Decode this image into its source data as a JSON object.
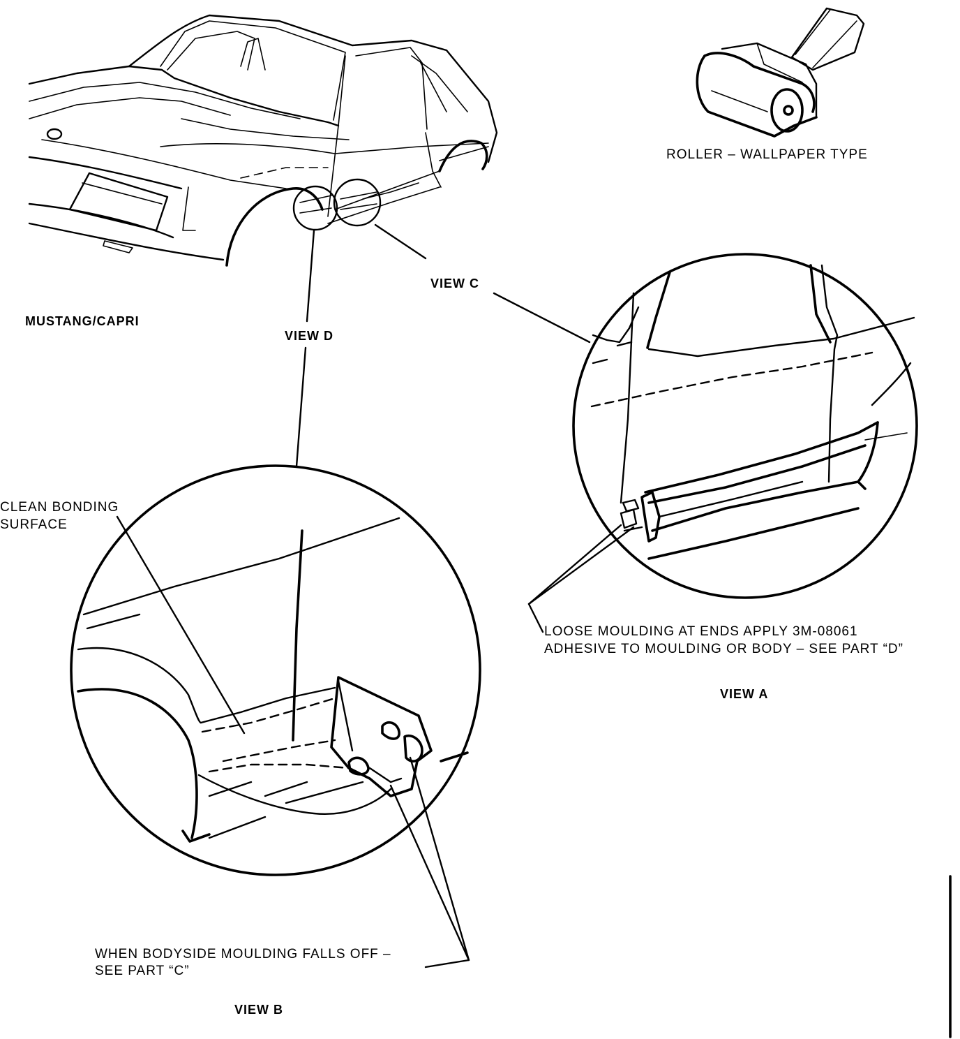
{
  "labels": {
    "roller": "ROLLER – WALLPAPER TYPE",
    "mustang": "MUSTANG/CAPRI",
    "view_c": "VIEW C",
    "view_d": "VIEW D",
    "clean_bonding_1": "CLEAN BONDING",
    "clean_bonding_2": "SURFACE",
    "loose_moulding_1": "LOOSE MOULDING AT ENDS APPLY 3M-08061",
    "loose_moulding_2": "ADHESIVE TO MOULDING OR BODY – SEE PART “D”",
    "view_a": "VIEW A",
    "falls_off_1": "WHEN BODYSIDE MOULDING FALLS OFF –",
    "falls_off_2": "SEE PART “C”",
    "view_b": "VIEW B"
  },
  "icons": {
    "roller": "wallpaper-roller-icon",
    "car": "car-body-illustration"
  },
  "colors": {
    "ink": "#000000",
    "paper": "#ffffff"
  }
}
